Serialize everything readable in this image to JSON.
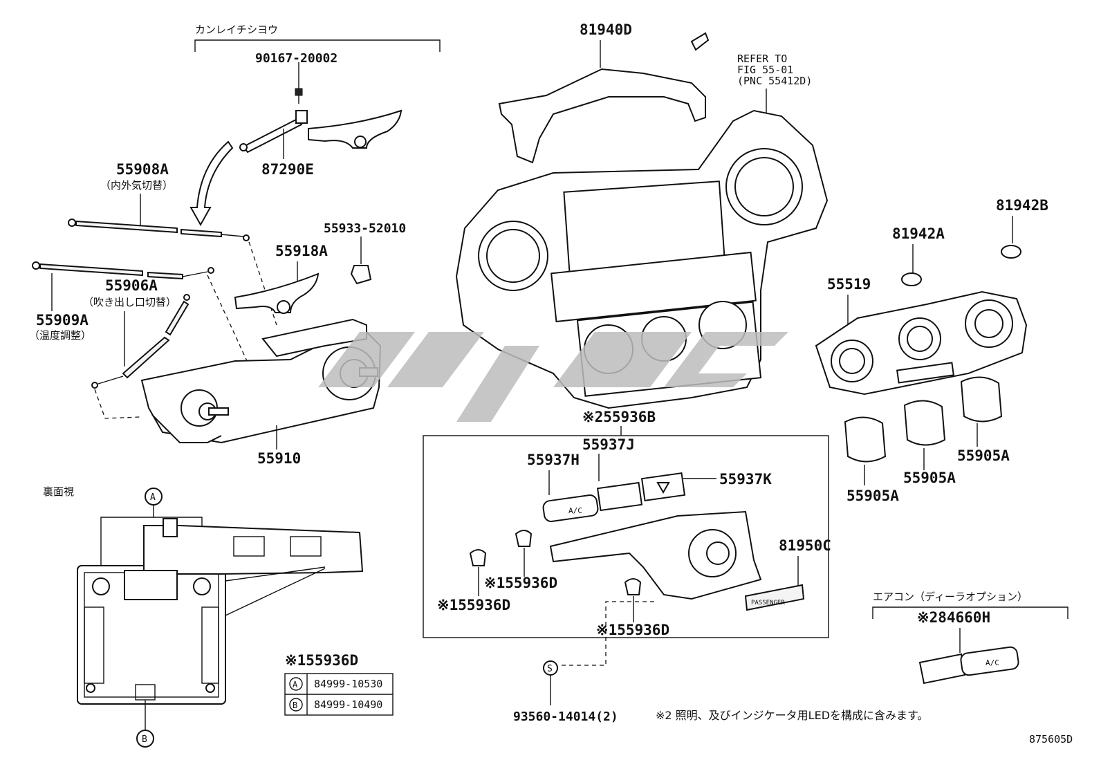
{
  "diagram": {
    "figure_code": "875605D",
    "watermark_label": "",
    "groups": {
      "kanrei": "カンレイチシヨウ",
      "aircon_option": "エアコン（ディーラオプション）",
      "rear_view": "裏面視"
    },
    "refer_note": [
      "REFER TO",
      "FIG 55-01",
      "(PNC 55412D)"
    ],
    "parts": {
      "p90167": "90167-20002",
      "p87290e": "87290E",
      "p55908a": "55908A",
      "p55908a_desc": "（内外気切替）",
      "p55933": "55933-52010",
      "p55918a": "55918A",
      "p55906a": "55906A",
      "p55906a_desc": "（吹き出し口切替）",
      "p55909a": "55909A",
      "p55909a_desc": "（温度調整）",
      "p55910": "55910",
      "p81940d": "81940D",
      "p81942b": "81942B",
      "p81942a": "81942A",
      "p55519": "55519",
      "p55905a_1": "55905A",
      "p55905a_2": "55905A",
      "p55905a_3": "55905A",
      "p55936b": "※255936B",
      "p55937j": "55937J",
      "p55937h": "55937H",
      "p55937k": "55937K",
      "p81950c": "81950C",
      "p55936d_a": "※155936D",
      "p55936d_b": "※155936D",
      "p55936d_c": "※155936D",
      "p84660h": "※284660H",
      "p93560": "93560-14014(2)"
    },
    "legend": {
      "title": "※155936D",
      "rows": [
        {
          "mark": "A",
          "part": "84999-10530"
        },
        {
          "mark": "B",
          "part": "84999-10490"
        }
      ]
    },
    "callouts": {
      "a": "A",
      "b": "B",
      "s": "S"
    },
    "sticker_text": "PASSENGER",
    "switch_text": "A/C",
    "note2": "※2 照明、及びインジケータ用LEDを構成に含みます。"
  }
}
